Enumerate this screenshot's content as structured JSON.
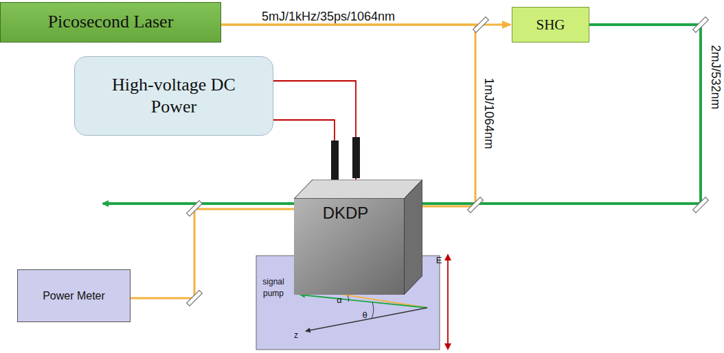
{
  "diagram": {
    "nodes": [
      {
        "text": [
          "Picosecond Laser"
        ]
      },
      {
        "text": [
          "SHG"
        ]
      },
      {
        "text": [
          "High-voltage DC Power"
        ]
      },
      {
        "text": [
          "DKDP"
        ]
      },
      {
        "text": [
          "Power Meter"
        ]
      }
    ],
    "edges": [
      {
        "from": 0,
        "to": 1,
        "arrow": "to",
        "label": "5mJ/1kHz/35ps/1064nm"
      },
      {
        "from": 0,
        "to": 3,
        "arrow": "none",
        "label": "1mJ/1064nm"
      },
      {
        "from": 1,
        "to": 3,
        "arrow": "none",
        "label": "2mJ/532nm"
      },
      {
        "from": 2,
        "to": 3,
        "arrow": "none"
      },
      {
        "from": 2,
        "to": 3,
        "arrow": "none"
      },
      {
        "from": 3,
        "to": 4,
        "arrow": "none"
      }
    ],
    "labels": [
      "signal",
      "pump",
      "α",
      "θ",
      "z",
      "E"
    ]
  }
}
